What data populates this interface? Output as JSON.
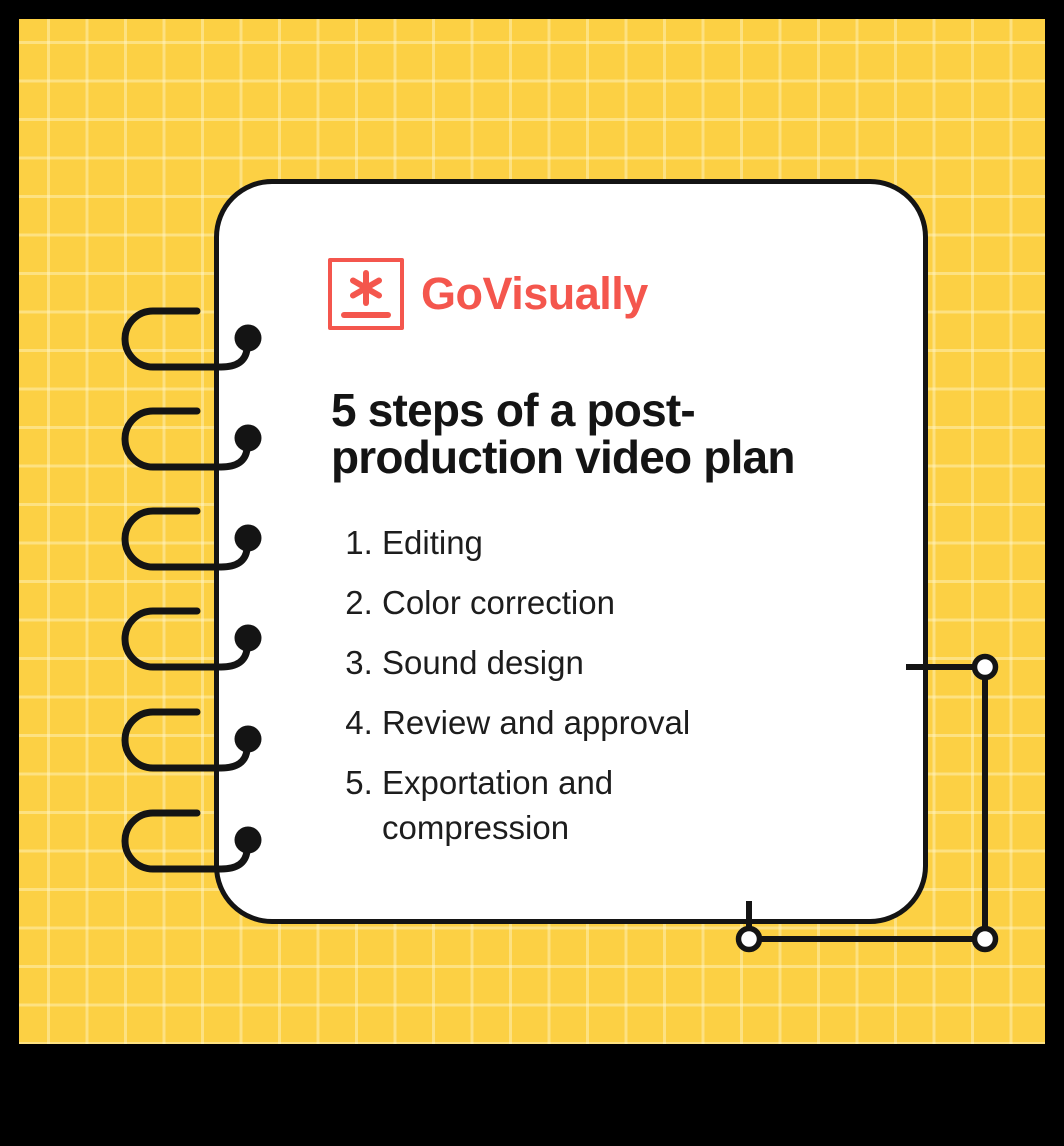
{
  "page": {
    "frame_color": "#000000",
    "canvas_color": "#FCD044",
    "accent_color": "#F4564D",
    "ink_color": "#141414"
  },
  "logo": {
    "brand": "GoVisually",
    "icon": "asterisk-in-box"
  },
  "card": {
    "title_line1": "5 steps of a post-",
    "title_line2": "production video plan",
    "steps": [
      "Editing",
      "Color correction",
      "Sound design",
      "Review and approval",
      "Exportation and compression"
    ]
  }
}
